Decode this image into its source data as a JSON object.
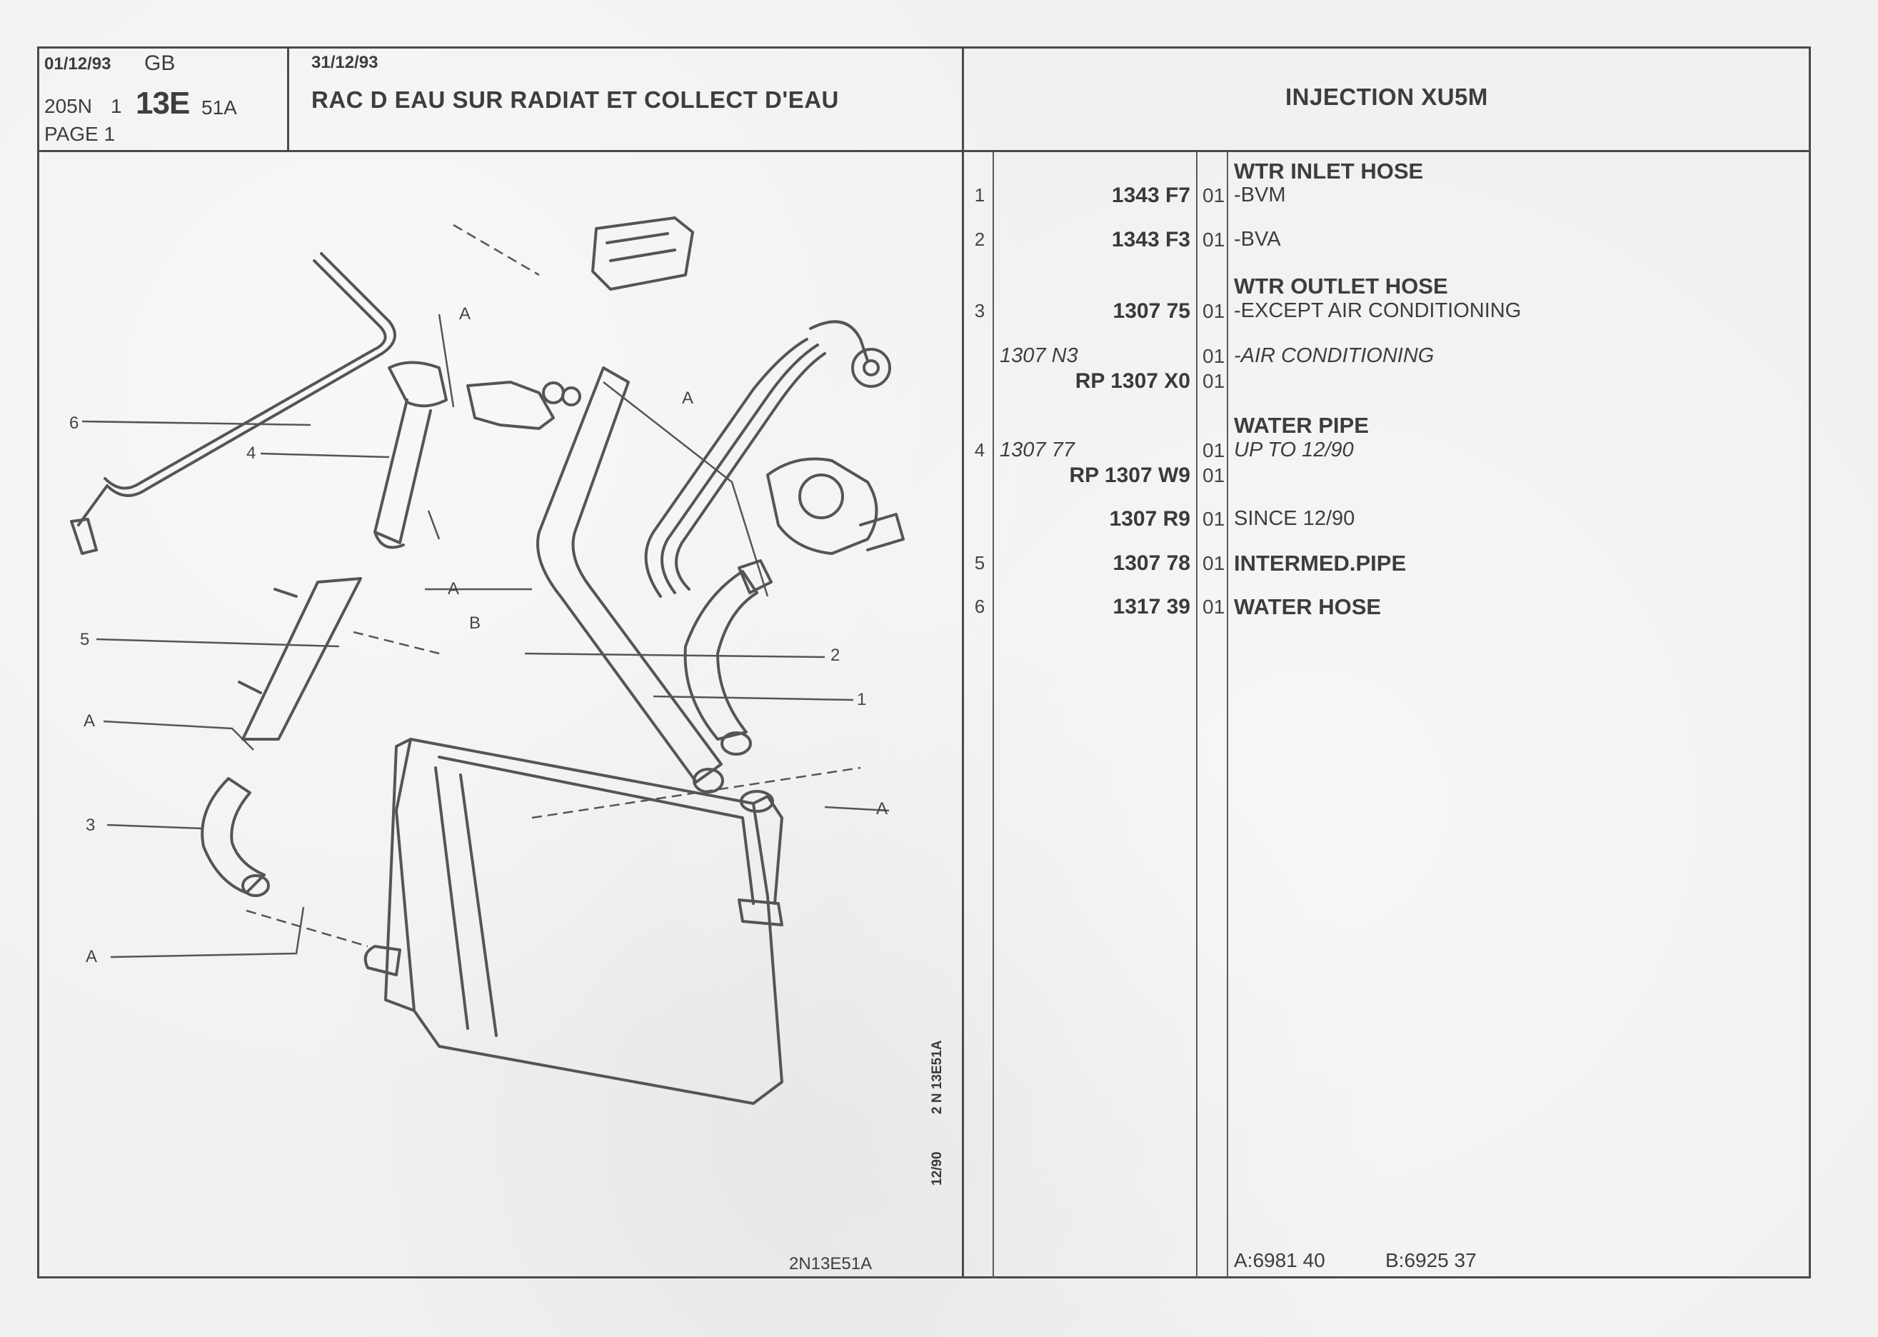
{
  "header": {
    "date_left": "01/12/93",
    "lang": "GB",
    "model_prefix": "205N",
    "model_num": "1",
    "group": "13E",
    "sub": "51A",
    "page": "PAGE 1",
    "date_right": "31/12/93",
    "title": "RAC  D EAU SUR RADIAT  ET COLLECT  D'EAU",
    "engine": "INJECTION XU5M"
  },
  "parts": [
    {
      "idx": "",
      "ref_ital": "",
      "ref": "",
      "qty": "",
      "desc": "WTR INLET HOSE",
      "style": "bold"
    },
    {
      "idx": "1",
      "ref_ital": "",
      "ref": "1343  F7",
      "qty": "01",
      "desc": "-BVM",
      "style": ""
    },
    {
      "idx": "2",
      "ref_ital": "",
      "ref": "1343  F3",
      "qty": "01",
      "desc": "-BVA",
      "style": ""
    },
    {
      "idx": "",
      "ref_ital": "",
      "ref": "",
      "qty": "",
      "desc": "WTR OUTLET HOSE",
      "style": "bold"
    },
    {
      "idx": "3",
      "ref_ital": "",
      "ref": "1307  75",
      "qty": "01",
      "desc": "-EXCEPT  AIR CONDITIONING",
      "style": ""
    },
    {
      "idx": "",
      "ref_ital": "1307  N3",
      "ref": "",
      "qty": "01",
      "desc": "-AIR  CONDITIONING",
      "style": "ital"
    },
    {
      "idx": "",
      "ref_ital": "",
      "ref": "RP  1307  X0",
      "qty": "01",
      "desc": "",
      "style": ""
    },
    {
      "idx": "",
      "ref_ital": "",
      "ref": "",
      "qty": "",
      "desc": "WATER PIPE",
      "style": "bold"
    },
    {
      "idx": "4",
      "ref_ital": "1307  77",
      "ref": "",
      "qty": "01",
      "desc": "UP  TO  12/90",
      "style": "ital"
    },
    {
      "idx": "",
      "ref_ital": "",
      "ref": "RP  1307  W9",
      "qty": "01",
      "desc": "",
      "style": ""
    },
    {
      "idx": "",
      "ref_ital": "",
      "ref": "1307  R9",
      "qty": "01",
      "desc": "SINCE  12/90",
      "style": ""
    },
    {
      "idx": "5",
      "ref_ital": "",
      "ref": "1307  78",
      "qty": "01",
      "desc": "INTERMED.PIPE",
      "style": "bold"
    },
    {
      "idx": "6",
      "ref_ital": "",
      "ref": "1317  39",
      "qty": "01",
      "desc": "WATER HOSE",
      "style": "bold"
    }
  ],
  "footer": {
    "a_ref": "A:6981  40",
    "b_ref": "B:6925  37",
    "drawing_code": "2N13E51A"
  },
  "diagram": {
    "vertical_date": "12/90",
    "vertical_code": "2 N 13E51A",
    "callouts": [
      "1",
      "2",
      "3",
      "4",
      "5",
      "6",
      "A",
      "B"
    ]
  }
}
